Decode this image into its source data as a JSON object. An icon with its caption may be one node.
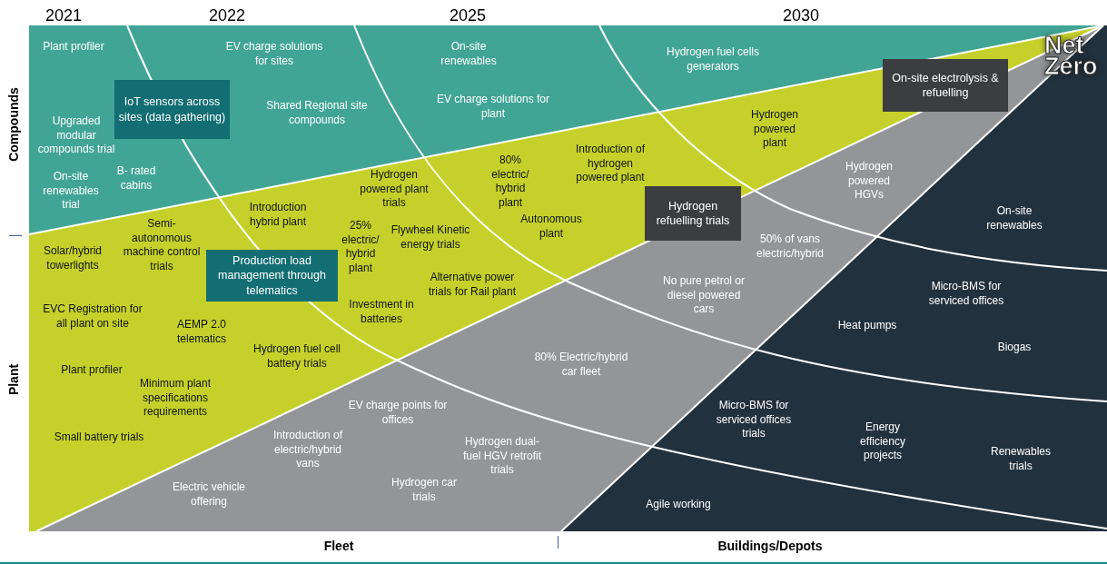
{
  "diagram": {
    "nodes": [
      {
        "text": [
          "IoT sensors across sites (data gathering)"
        ]
      },
      {
        "text": [
          "Production load management through telematics"
        ]
      },
      {
        "text": [
          "Hydrogen refuelling trials"
        ]
      },
      {
        "text": [
          "On-site electrolysis & refuelling"
        ]
      }
    ],
    "labels": [
      "2021",
      "2022",
      "2025",
      "2030",
      "Compounds",
      "Plant",
      "Fleet",
      "Buildings/Depots",
      "Net Zero",
      "Plant profiler",
      "Upgraded modular compounds trial",
      "On-site renewables trial",
      "B- rated cabins",
      "EV charge solutions for sites",
      "Shared Regional site compounds",
      "On-site renewables",
      "EV charge solutions for plant",
      "Hydrogen fuel cells generators",
      "Hydrogen powered plant trials",
      "80% electric/ hybrid plant",
      "Introduction of hydrogen powered plant",
      "Hydrogen powered plant",
      "Semi- autonomous machine control trials",
      "Introduction hybrid plant",
      "25% electric/ hybrid plant",
      "Flywheel Kinetic energy trials",
      "Autonomous plant",
      "Solar/hybrid towerlights",
      "Alternative power trials for Rail plant",
      "EVC Registration for all plant on site",
      "Investment in batteries",
      "AEMP 2.0 telematics",
      "Hydrogen fuel cell battery trials",
      "Plant profiler",
      "Minimum plant specifications requirements",
      "Small battery trials",
      "Hydrogen powered HGVs",
      "50% of vans electric/hybrid",
      "No pure petrol or diesel powered cars",
      "80% Electric/hybrid  car fleet",
      "EV charge points for offices",
      "Introduction of electric/hybrid vans",
      "Hydrogen dual- fuel HGV retrofit trials",
      "Electric vehicle offering",
      "Hydrogen car trials",
      "On-site renewables",
      "Micro-BMS for serviced offices",
      "Heat pumps",
      "Biogas",
      "Micro-BMS for serviced offices trials",
      "Energy efficiency projects",
      "Renewables trials",
      "Agile working"
    ]
  }
}
